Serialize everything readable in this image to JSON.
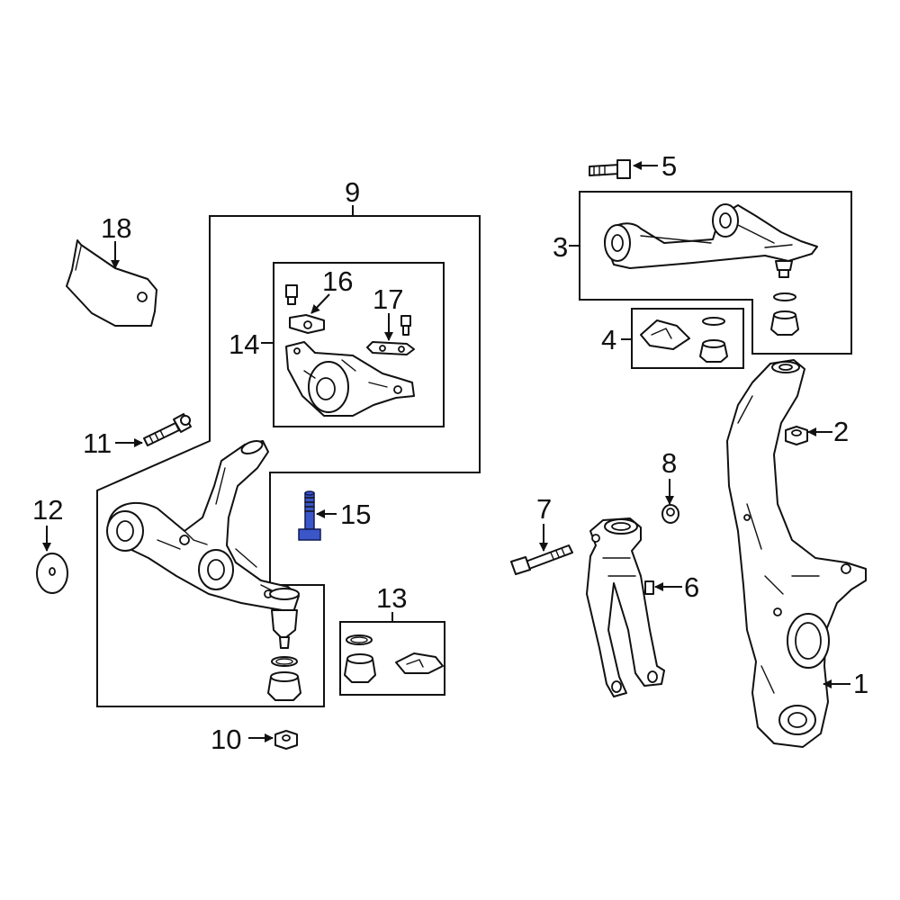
{
  "colors": {
    "background": "#ffffff",
    "line": "#111111",
    "highlight": "#3a56c8"
  },
  "highlighted_part": "15",
  "callouts": {
    "c1": "1",
    "c2": "2",
    "c3": "3",
    "c4": "4",
    "c5": "5",
    "c6": "6",
    "c7": "7",
    "c8": "8",
    "c9": "9",
    "c10": "10",
    "c11": "11",
    "c12": "12",
    "c13": "13",
    "c14": "14",
    "c15": "15",
    "c16": "16",
    "c17": "17",
    "c18": "18"
  }
}
